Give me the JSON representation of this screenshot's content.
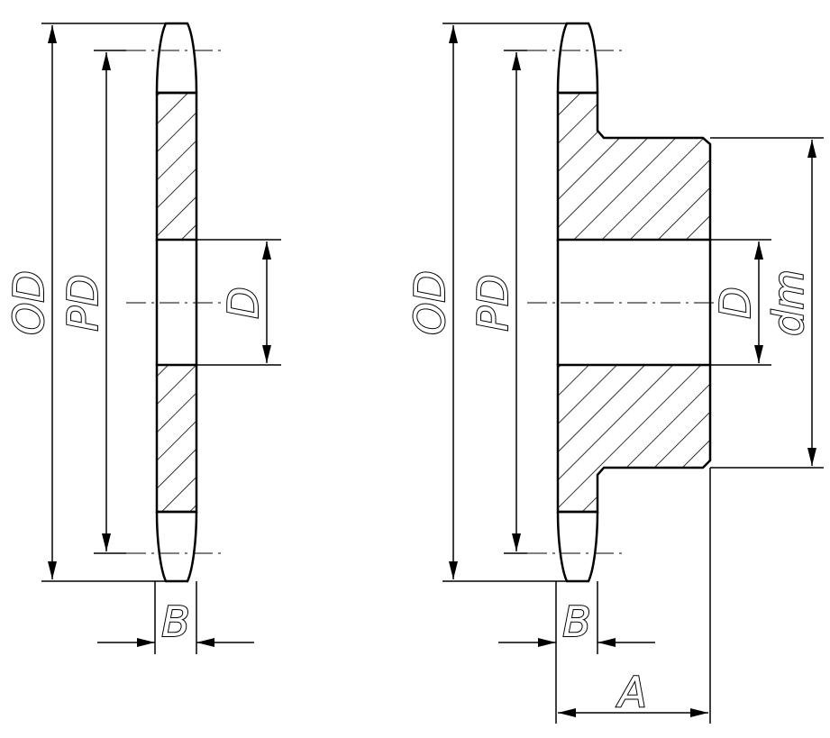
{
  "sprocket_plain": {
    "labels": {
      "od": "OD",
      "pd": "PD",
      "d": "D",
      "b": "B"
    }
  },
  "sprocket_hub": {
    "labels": {
      "od": "OD",
      "pd": "PD",
      "d": "D",
      "dm": "dm",
      "b": "B",
      "a": "A"
    }
  }
}
